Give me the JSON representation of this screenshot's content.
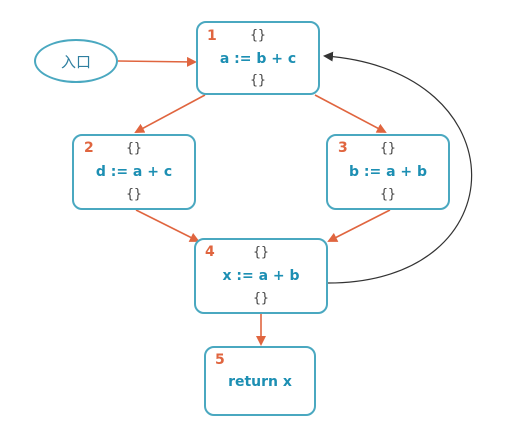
{
  "entry": {
    "label": "入口"
  },
  "blocks": [
    {
      "id": "1",
      "in_set": "{}",
      "code": "a := b + c",
      "out_set": "{}"
    },
    {
      "id": "2",
      "in_set": "{}",
      "code": "d := a + c",
      "out_set": "{}"
    },
    {
      "id": "3",
      "in_set": "{}",
      "code": "b := a + b",
      "out_set": "{}"
    },
    {
      "id": "4",
      "in_set": "{}",
      "code": "x := a + b",
      "out_set": "{}"
    },
    {
      "id": "5",
      "code": "return x"
    }
  ],
  "colors": {
    "block_border": "#4aa8c0",
    "code_text": "#1d8fb3",
    "block_number": "#e0653f",
    "edge": "#e0653f",
    "back_edge": "#333333"
  }
}
